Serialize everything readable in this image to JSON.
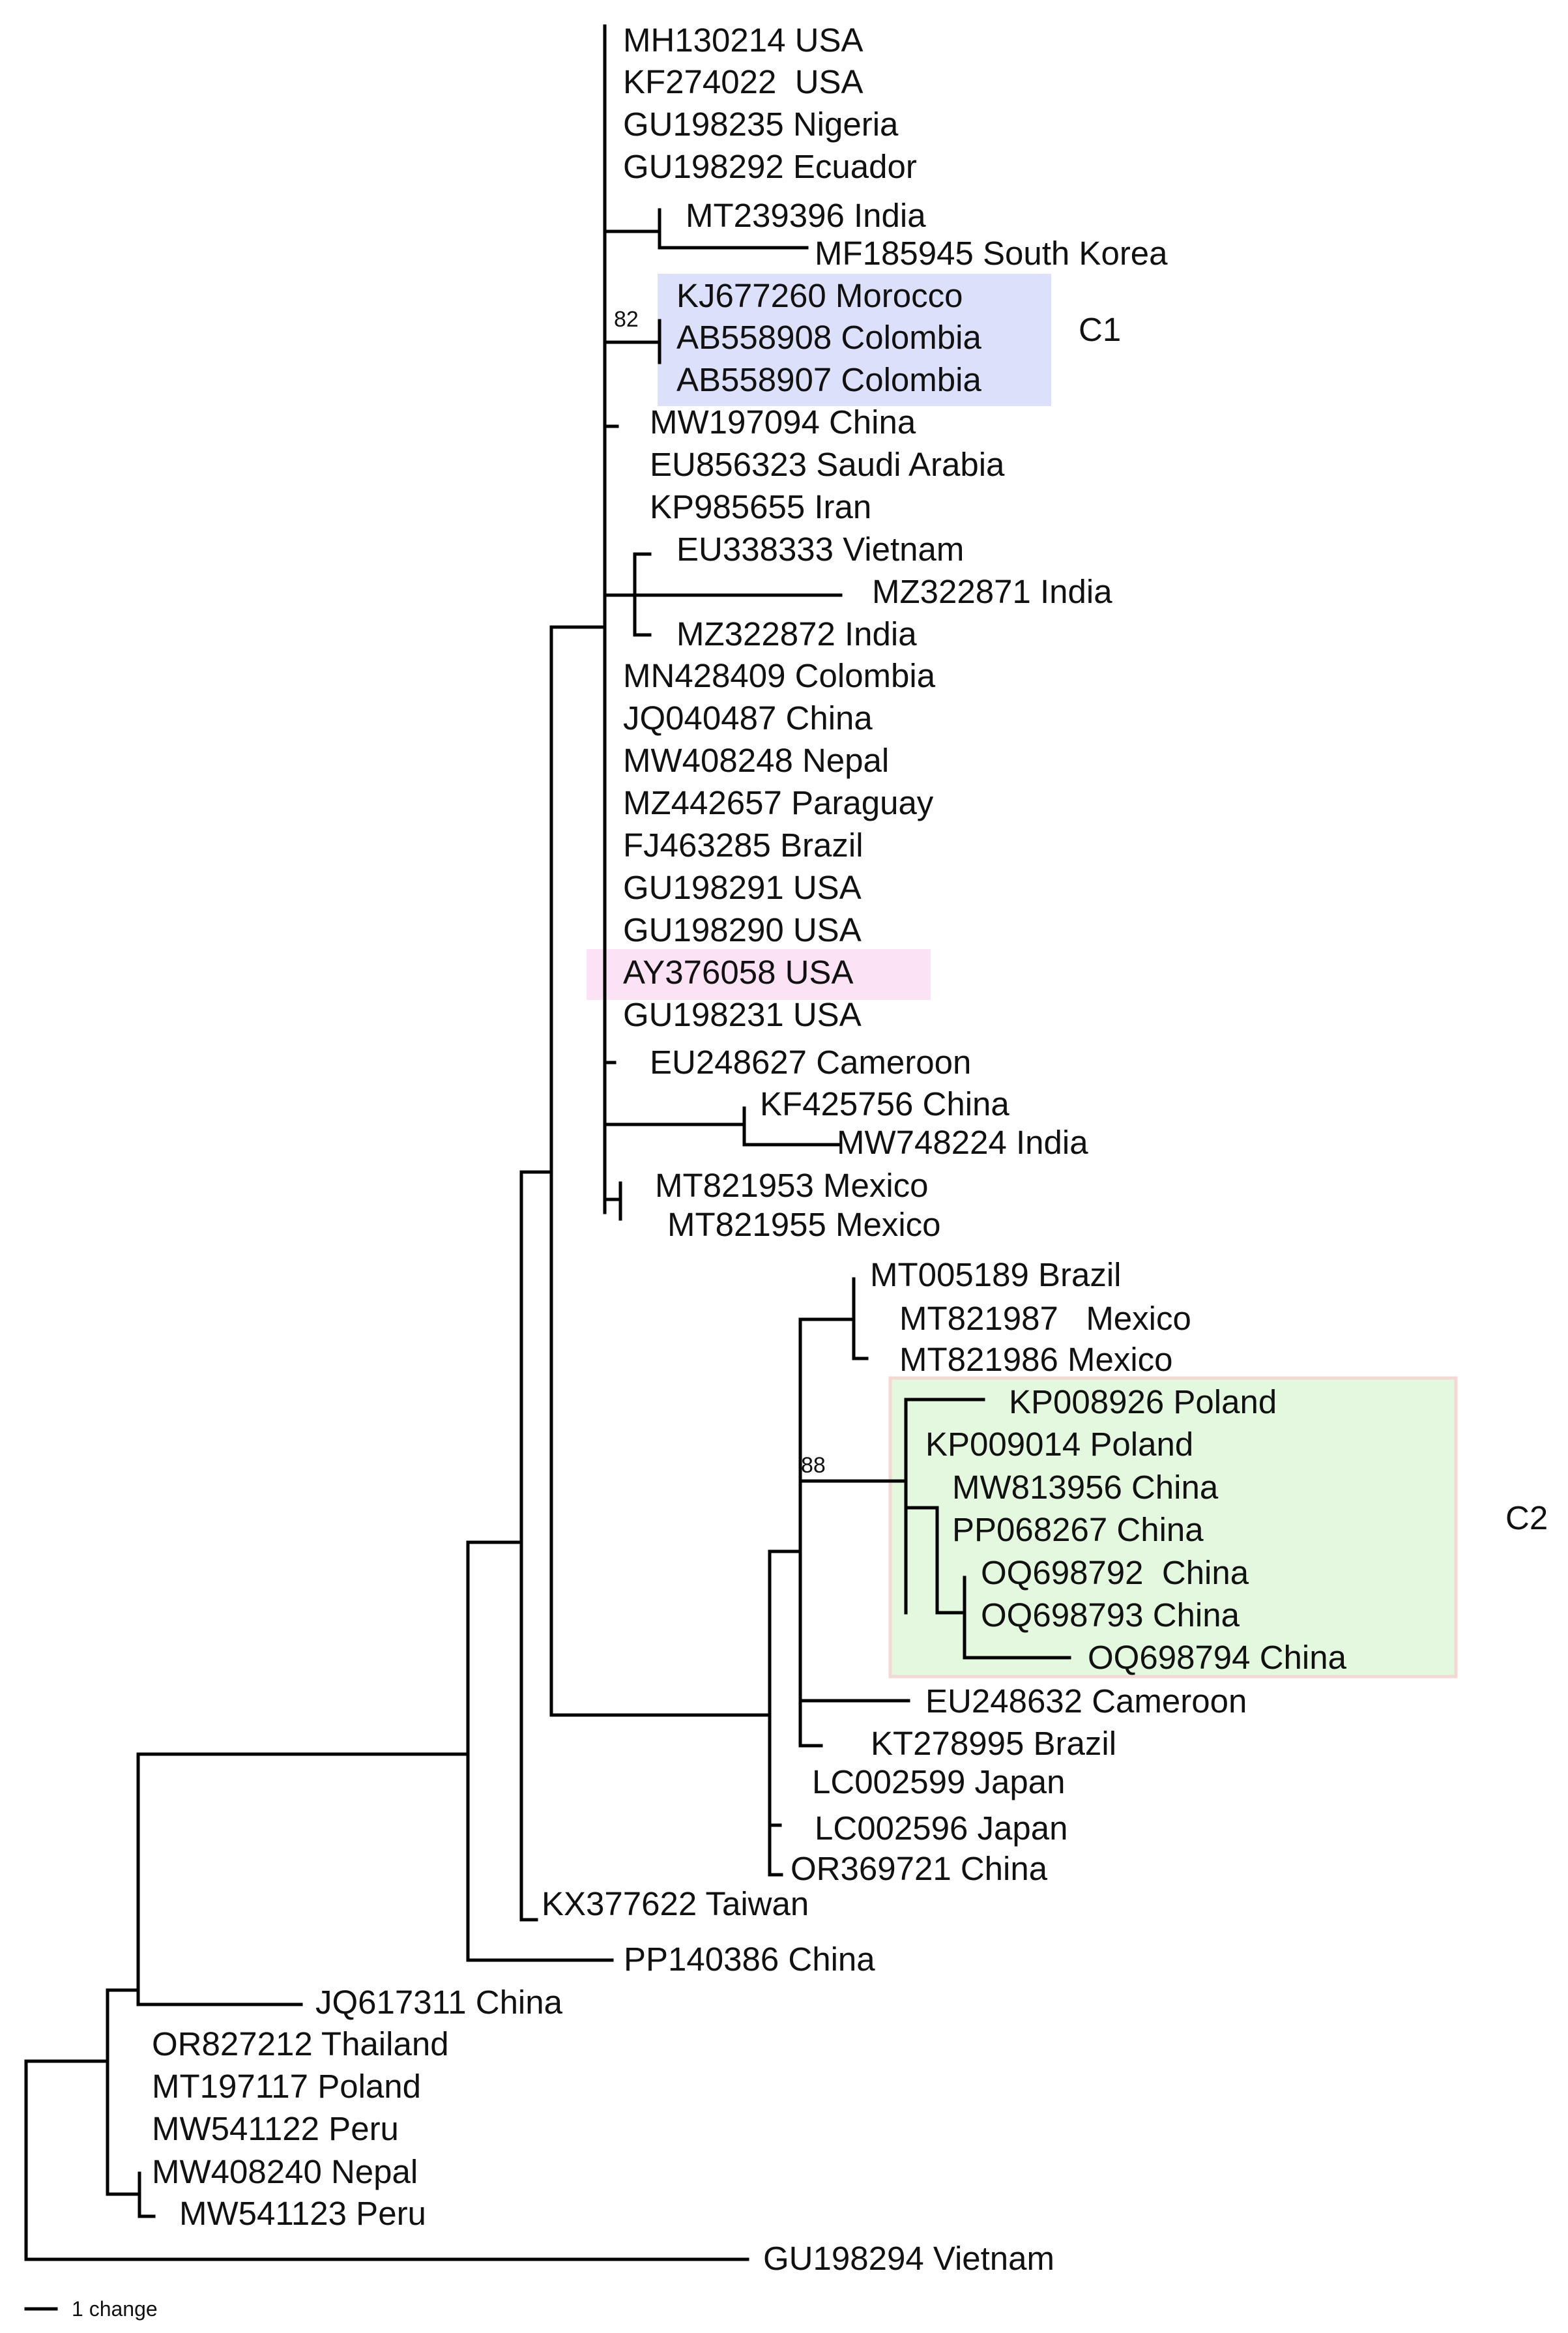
{
  "figure": {
    "leaves": [
      {
        "label": "MH130214 USA"
      },
      {
        "label": "KF274022  USA"
      },
      {
        "label": "GU198235 Nigeria"
      },
      {
        "label": "GU198292 Ecuador"
      },
      {
        "label": "MT239396 India"
      },
      {
        "label": "MF185945 South Korea"
      },
      {
        "label": "KJ677260 Morocco"
      },
      {
        "label": "AB558908 Colombia"
      },
      {
        "label": "AB558907 Colombia"
      },
      {
        "label": "MW197094 China"
      },
      {
        "label": "EU856323 Saudi Arabia"
      },
      {
        "label": "KP985655 Iran"
      },
      {
        "label": "EU338333 Vietnam"
      },
      {
        "label": "MZ322871 India"
      },
      {
        "label": "MZ322872 India"
      },
      {
        "label": "MN428409 Colombia"
      },
      {
        "label": "JQ040487 China"
      },
      {
        "label": "MW408248 Nepal"
      },
      {
        "label": "MZ442657 Paraguay"
      },
      {
        "label": "FJ463285 Brazil"
      },
      {
        "label": "GU198291 USA"
      },
      {
        "label": "GU198290 USA"
      },
      {
        "label": "AY376058 USA"
      },
      {
        "label": "GU198231 USA"
      },
      {
        "label": "EU248627 Cameroon"
      },
      {
        "label": "KF425756 China"
      },
      {
        "label": "MW748224 India"
      },
      {
        "label": "MT821953 Mexico"
      },
      {
        "label": "MT821955 Mexico"
      },
      {
        "label": "MT005189 Brazil"
      },
      {
        "label": "MT821987   Mexico"
      },
      {
        "label": "MT821986 Mexico"
      },
      {
        "label": "KP008926 Poland"
      },
      {
        "label": "KP009014 Poland"
      },
      {
        "label": "MW813956 China"
      },
      {
        "label": "PP068267 China"
      },
      {
        "label": "OQ698792  China"
      },
      {
        "label": "OQ698793 China"
      },
      {
        "label": "OQ698794 China"
      },
      {
        "label": "EU248632 Cameroon"
      },
      {
        "label": "KT278995 Brazil"
      },
      {
        "label": "LC002599 Japan"
      },
      {
        "label": "LC002596 Japan"
      },
      {
        "label": "OR369721 China"
      },
      {
        "label": "KX377622 Taiwan"
      },
      {
        "label": "PP140386 China"
      },
      {
        "label": "JQ617311 China"
      },
      {
        "label": "OR827212 Thailand"
      },
      {
        "label": "MT197117 Poland"
      },
      {
        "label": "MW541122 Peru"
      },
      {
        "label": "MW408240 Nepal"
      },
      {
        "label": "MW541123 Peru"
      },
      {
        "label": "GU198294 Vietnam"
      }
    ],
    "bootstrap": [
      "82",
      "88"
    ],
    "clades": [
      {
        "label": "C1",
        "color": "#dde0fb"
      },
      {
        "label": "C2",
        "color": "#e3f8df"
      }
    ],
    "highlight": {
      "label": "AY376058 USA",
      "color": "#fbe3f5"
    },
    "clade_border_color": "#f3d9d4",
    "scale_bar": {
      "label": "1 change"
    }
  }
}
